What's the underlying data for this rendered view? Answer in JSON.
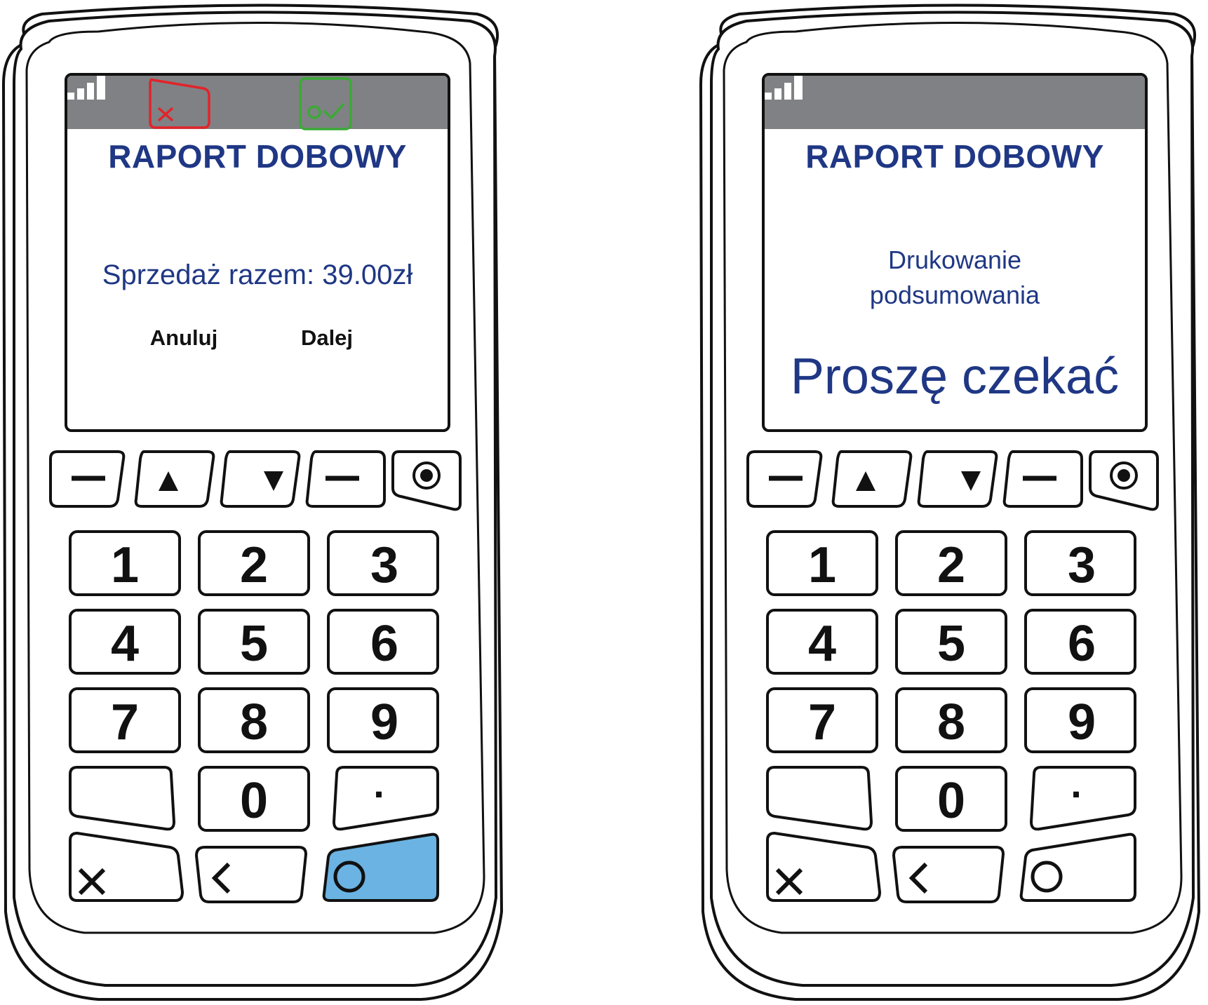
{
  "left_terminal": {
    "title": "RAPORT DOBOWY",
    "total_text": "Sprzedaż razem: 39.00zł",
    "cancel_label": "Anuluj",
    "next_label": "Dalej",
    "enter_key_color": "#6ab3e2"
  },
  "right_terminal": {
    "title": "RAPORT DOBOWY",
    "print_line1": "Drukowanie",
    "print_line2": "podsumowania",
    "wait_text": "Proszę czekać"
  },
  "keypad": {
    "digits": [
      "1",
      "2",
      "3",
      "4",
      "5",
      "6",
      "7",
      "8",
      "9",
      "0"
    ],
    "dot": "."
  },
  "colors": {
    "title": "#1f3784",
    "status_bar": "#808184",
    "cancel": "#e2232a",
    "confirm": "#3aaa35",
    "enter_key": "#6ab3e2"
  },
  "icons": [
    "signal-icon",
    "cancel-card-icon",
    "confirm-card-icon",
    "minus-icon",
    "up-arrow-icon",
    "down-arrow-icon",
    "circle-dot-icon",
    "x-icon",
    "back-icon",
    "enter-circle-icon"
  ]
}
